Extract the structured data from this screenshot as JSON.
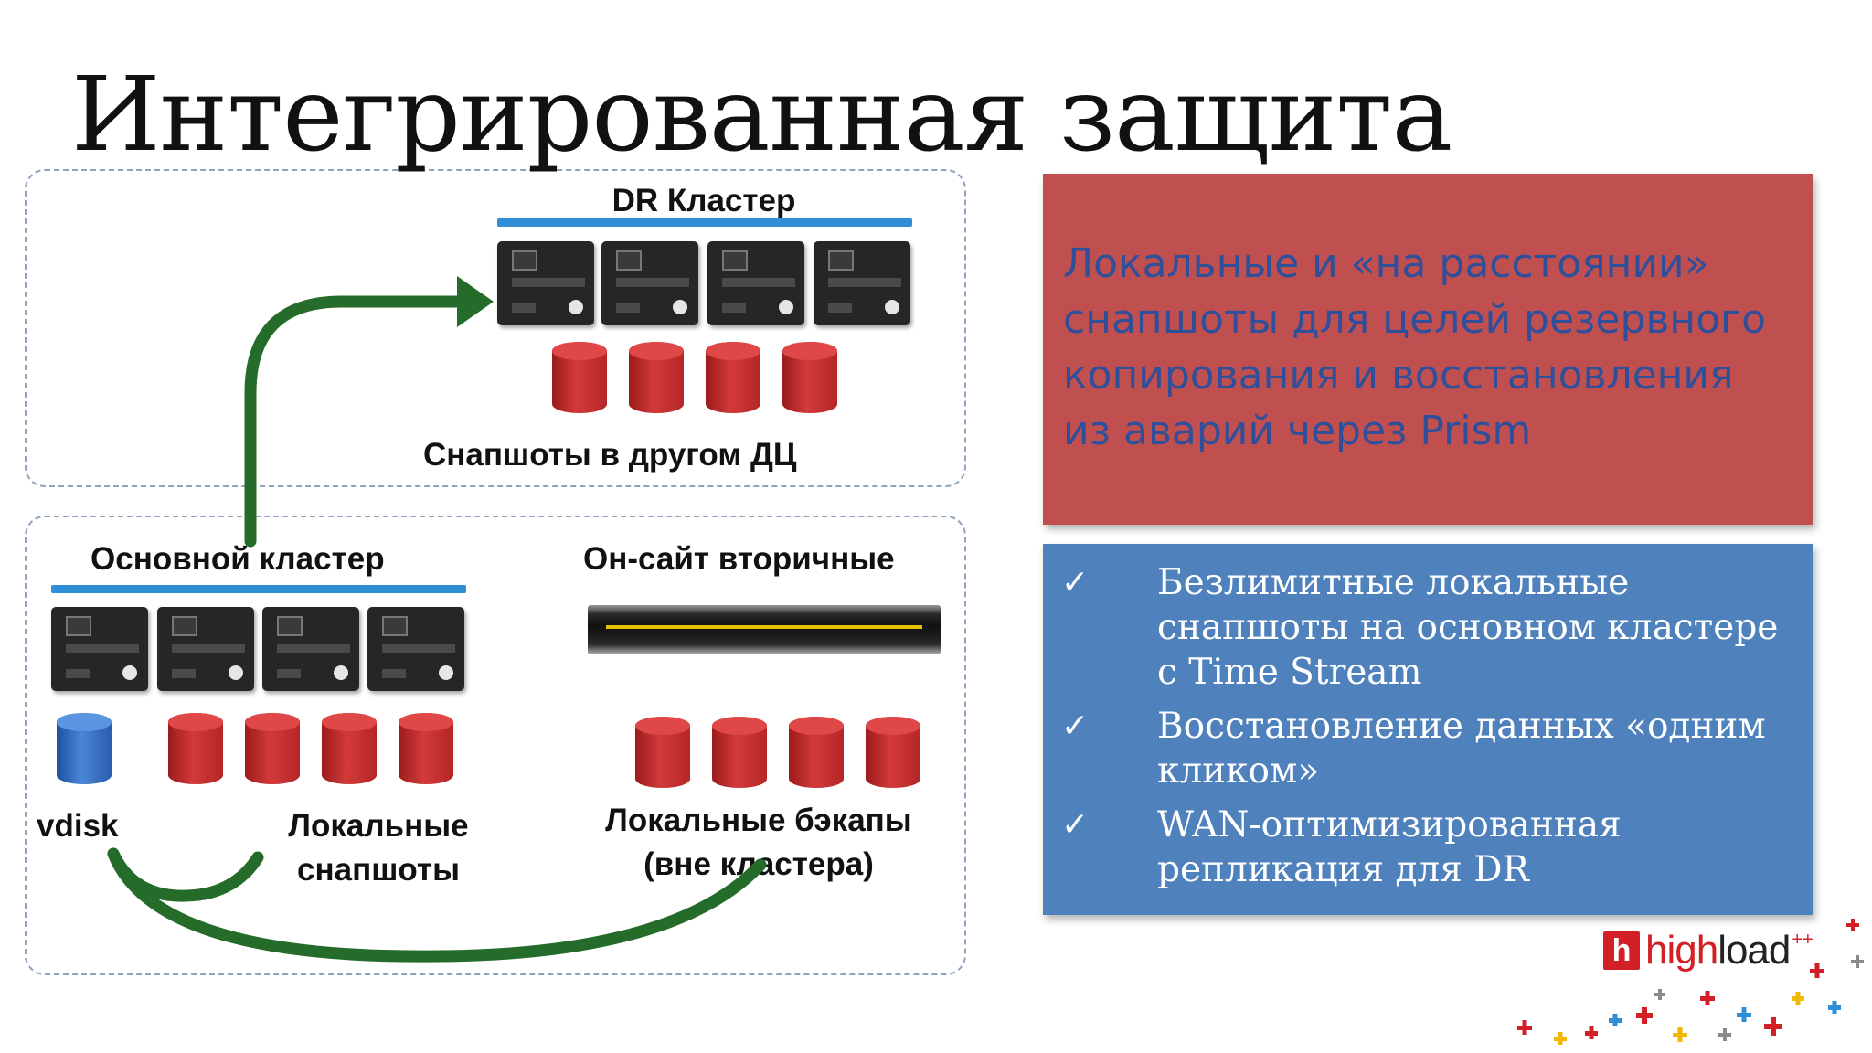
{
  "slide": {
    "title": "Интегрированная защита"
  },
  "dr_cluster": {
    "title": "DR Кластер",
    "caption": "Снапшоты в другом ДЦ"
  },
  "primary_cluster": {
    "title": "Основной кластер",
    "vdisk_label": "vdisk",
    "local_snapshots_label_line1": "Локальные",
    "local_snapshots_label_line2": "снапшоты"
  },
  "onsite_secondary": {
    "title": "Он-сайт вторичные",
    "backup_label_line1": "Локальные бэкапы",
    "backup_label_line2": "(вне кластера)"
  },
  "red_panel": {
    "lines": [
      "Локальные и «на расстоянии»",
      "снапшоты для целей резервного",
      "копирования и восстановления",
      "из аварий через Prism"
    ]
  },
  "blue_panel": {
    "check_glyph": "✓",
    "items": [
      "Безлимитные локальные снапшоты на основном кластере с Time Stream",
      "Восстановление данных «одним кликом»",
      "WAN-оптимизированная репликация для DR"
    ]
  },
  "logo": {
    "mark": "h",
    "text_high": "high",
    "text_load": "load",
    "superscript": "++"
  },
  "colors": {
    "red_panel_bg": "#c0504f",
    "red_panel_text": "#2f4f9a",
    "blue_panel_bg": "#4f81bd",
    "arrow_green": "#256b2a",
    "bus_blue": "#2f8ed6",
    "cylinder_red": "#c62f2f",
    "cylinder_blue": "#3b73c6"
  }
}
